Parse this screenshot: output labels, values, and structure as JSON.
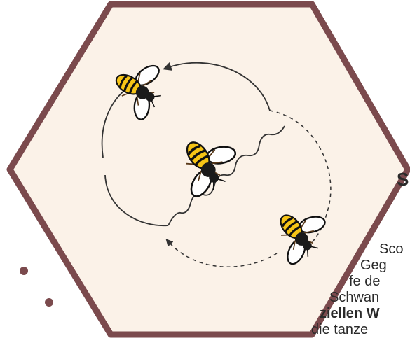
{
  "colors": {
    "hexagon_fill": "#fbf2e8",
    "hexagon_stroke": "#7b4a4d",
    "bee_yellow": "#f6c416",
    "bee_dark": "#1a1a1a",
    "path_color": "#333333"
  },
  "icons": [
    "bee-icon",
    "arrow-head-icon",
    "bullet-dot-icon"
  ],
  "text_fragments": {
    "heading_fragment": "S",
    "line1": "Sco",
    "line2": "Geg",
    "line3": "fe de",
    "line4": "Schwan",
    "line5": "ziellen W",
    "line6": "die tanze"
  }
}
